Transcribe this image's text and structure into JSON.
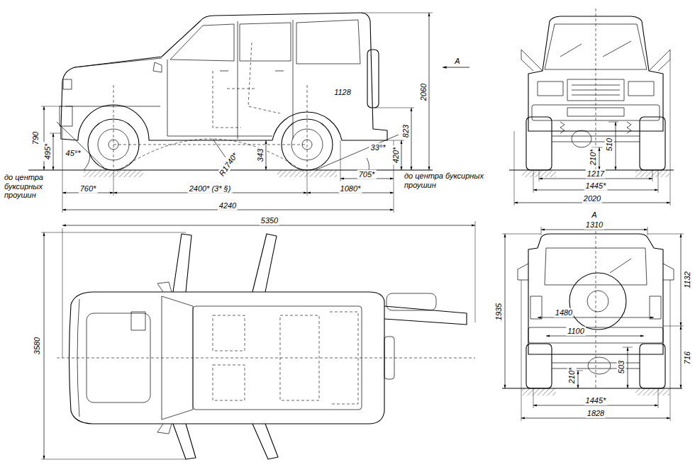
{
  "diagram": {
    "labels": [
      "А",
      "2060",
      "1128",
      "790",
      "495*",
      "45°*",
      "R1740*",
      "343",
      "823",
      "420*",
      "33°*",
      "705*",
      "до центра буксирных проушин",
      "до центра буксирных проушин",
      "760*",
      "2400* (3* §)",
      "1080*",
      "4240",
      "1217",
      "1445*",
      "2020",
      "210*",
      "510",
      "5350",
      "3580",
      "А",
      "1310",
      "1480",
      "1100",
      "1935",
      "1132",
      "716",
      "210*",
      "503",
      "1445*",
      "1828"
    ]
  }
}
